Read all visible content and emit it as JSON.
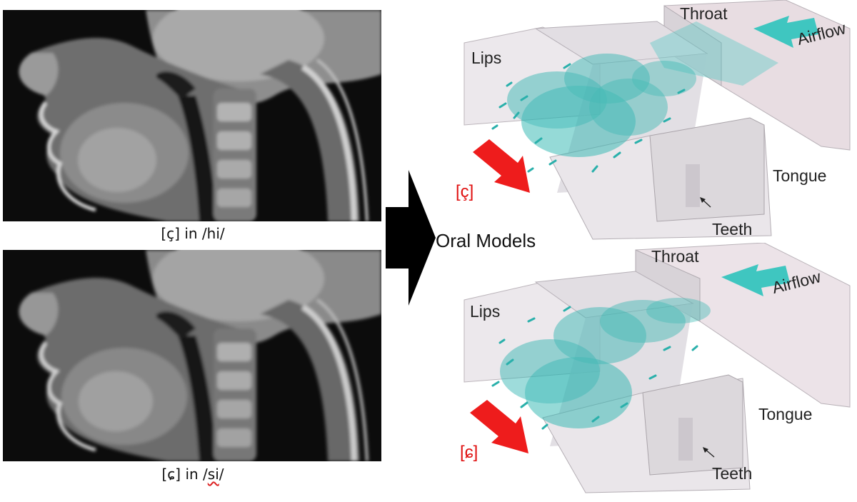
{
  "mri_top": {
    "caption_pre": "[ç] in /",
    "caption_word": "hi",
    "caption_post": "/"
  },
  "mri_bottom": {
    "caption_pre": "[ɕ] in /",
    "caption_word": "si",
    "caption_post": "/"
  },
  "center_label": "Oral Models",
  "model_top": {
    "throat": "Throat",
    "airflow": "Airflow",
    "lips": "Lips",
    "tongue": "Tongue",
    "teeth": "Teeth",
    "sound": "[ç]"
  },
  "model_bottom": {
    "throat": "Throat",
    "airflow": "Airflow",
    "lips": "Lips",
    "tongue": "Tongue",
    "teeth": "Teeth",
    "sound": "[ɕ]"
  },
  "colors": {
    "flow": "#3fc6c0",
    "sound_arrow": "#ee1c1c",
    "block": "#d9d6dc"
  }
}
